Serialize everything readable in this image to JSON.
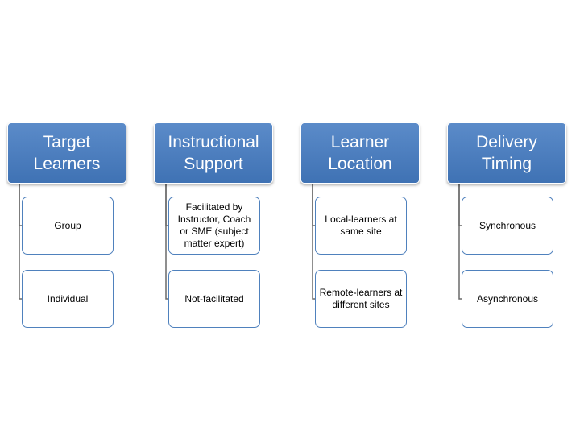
{
  "columns": [
    {
      "header": "Target\nLearners",
      "items": [
        "Group",
        "Individual"
      ]
    },
    {
      "header": "Instructional\nSupport",
      "items": [
        "Facilitated by Instructor, Coach or SME (subject matter expert)",
        "Not-facilitated"
      ]
    },
    {
      "header": "Learner\nLocation",
      "items": [
        "Local-learners at same site",
        "Remote-learners at different sites"
      ]
    },
    {
      "header": "Delivery\nTiming",
      "items": [
        "Synchronous",
        "Asynchronous"
      ]
    }
  ],
  "colors": {
    "header_fill": "#4f81bd",
    "border": "#4f81bd",
    "connector": "#6a6a6a"
  }
}
